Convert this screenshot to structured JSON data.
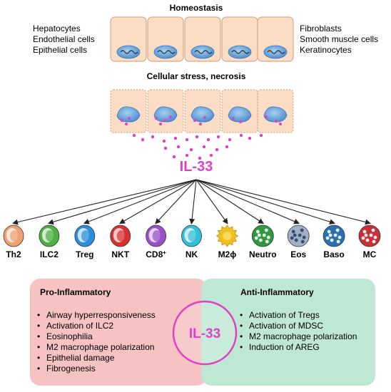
{
  "top": {
    "homeostasis_title": "Homeostasis",
    "left_cells": [
      "Hepatocytes",
      "Endothelial cells",
      "Epithelial cells"
    ],
    "right_cells": [
      "Fibroblasts",
      "Smooth muscle cells",
      "Keratinocytes"
    ],
    "stress_title": "Cellular stress, necrosis"
  },
  "center": {
    "cytokine": "IL-33",
    "cytokine_color": "#e040c8"
  },
  "cells": [
    {
      "label": "Th2",
      "color": "#f0a070",
      "icon": "th2-cell-icon"
    },
    {
      "label": "ILC2",
      "color": "#4caf40",
      "icon": "ilc2-cell-icon"
    },
    {
      "label": "Treg",
      "color": "#2a8fd8",
      "icon": "treg-cell-icon"
    },
    {
      "label": "NKT",
      "color": "#d83030",
      "icon": "nkt-cell-icon"
    },
    {
      "label": "CD8",
      "sup": "+",
      "color": "#9a50c8",
      "icon": "cd8-cell-icon"
    },
    {
      "label": "NK",
      "color": "#30c0d8",
      "icon": "nk-cell-icon"
    },
    {
      "label": "M2ϕ",
      "color": "#f0c020",
      "icon": "m2-macrophage-icon"
    },
    {
      "label": "Neutro",
      "color": "#2e9a40",
      "icon": "neutrophil-icon"
    },
    {
      "label": "Eos",
      "color": "#a0b0c8",
      "icon": "eosinophil-icon"
    },
    {
      "label": "Baso",
      "color": "#2a70b0",
      "icon": "basophil-icon"
    },
    {
      "label": "MC",
      "color": "#c83038",
      "icon": "mast-cell-icon"
    }
  ],
  "pro": {
    "title": "Pro-Inflammatory",
    "color": "#f6c2c2",
    "items": [
      "Airway hyperresponsiveness",
      "Activation of ILC2",
      "Eosinophilia",
      "M2 macrophage polarization",
      "Epithelial damage",
      "Fibrogenesis"
    ]
  },
  "anti": {
    "title": "Anti-Inflammatory",
    "color": "#bfe8d4",
    "items": [
      "Activation of Tregs",
      "Activation of MDSC",
      "M2 macrophage polarization",
      "Induction of AREG"
    ]
  },
  "bullet": "•"
}
